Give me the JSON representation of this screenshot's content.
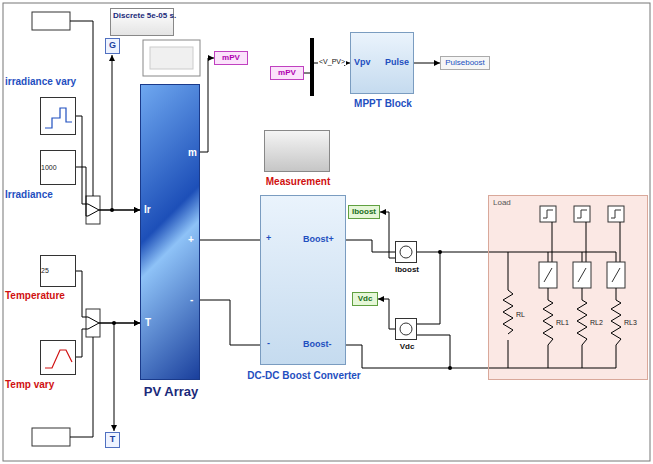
{
  "diagram": {
    "nodes": [
      {
        "text": [
          "Discrete 5e-05 s."
        ]
      },
      {
        "text": [
          "irradiance vary"
        ]
      },
      {
        "text": [
          "1000",
          "Irradiance"
        ]
      },
      {
        "text": [
          "G"
        ]
      },
      {
        "text": [
          "25",
          "Temperature"
        ]
      },
      {
        "text": [
          "Temp vary"
        ]
      },
      {
        "text": [
          "T"
        ]
      },
      {
        "text": [
          "Ir",
          "T",
          "m",
          "+",
          "-",
          "PV Array"
        ]
      },
      {
        "text": [
          "mPV"
        ]
      },
      {
        "text": [
          "mPV"
        ]
      },
      {
        "text": [
          "Vpv",
          "Pulse",
          "MPPT Block"
        ]
      },
      {
        "text": [
          "Pulseboost"
        ]
      },
      {
        "text": [
          "Measurement"
        ]
      },
      {
        "text": [
          "+",
          "-",
          "Boost+",
          "Boost-",
          "DC-DC Boost Converter"
        ]
      },
      {
        "text": [
          "Iboost"
        ]
      },
      {
        "text": [
          "Iboost"
        ]
      },
      {
        "text": [
          "Vdc"
        ]
      },
      {
        "text": [
          "Vdc"
        ]
      },
      {
        "text": [
          "Load"
        ]
      },
      {
        "text": [
          "RL"
        ],
        "in": 18
      },
      {
        "text": [
          "RL1"
        ],
        "in": 18
      },
      {
        "text": [
          "RL2"
        ],
        "in": 18
      },
      {
        "text": [
          "RL3"
        ],
        "in": 18
      }
    ],
    "edges": [
      {
        "from": 1,
        "to": 7,
        "arrow": "to"
      },
      {
        "from": 2,
        "to": 7,
        "arrow": "to"
      },
      {
        "from": 4,
        "to": 7,
        "arrow": "to"
      },
      {
        "from": 5,
        "to": 7,
        "arrow": "to"
      },
      {
        "from": 7,
        "to": 8,
        "arrow": "to"
      },
      {
        "from": 9,
        "to": 10,
        "label": "<V_PV>",
        "arrow": "to"
      },
      {
        "from": 10,
        "to": 11,
        "arrow": "to"
      },
      {
        "from": 7,
        "to": 13,
        "arrow": "none"
      },
      {
        "from": 7,
        "to": 13,
        "arrow": "none"
      },
      {
        "from": 13,
        "to": 15,
        "arrow": "none"
      },
      {
        "from": 15,
        "to": 18,
        "arrow": "none"
      },
      {
        "from": 13,
        "to": 18,
        "arrow": "none"
      },
      {
        "from": 15,
        "to": 14,
        "arrow": "to"
      },
      {
        "from": 17,
        "to": 16,
        "arrow": "to"
      }
    ]
  }
}
